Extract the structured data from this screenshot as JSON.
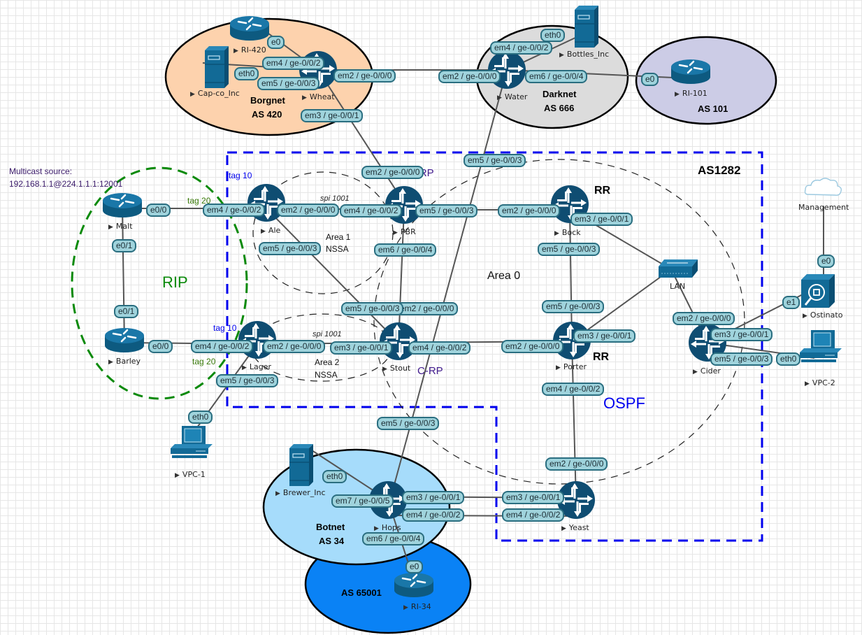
{
  "colors": {
    "router_blue": "#0f4d72",
    "cisco_blue": "#126a96",
    "iface_fill": "#9fd3dc",
    "iface_stroke": "#2a6e80",
    "as_box": "#0000ee",
    "rip": "#0a8a0a",
    "borgnet_fill": "#fdd2ad",
    "darknet_fill": "#dcdcdc",
    "as101_fill": "#cccce6",
    "botnet_fill": "#a6dcfb",
    "as65001_fill": "#0a82f5",
    "crp": "#401a8c"
  },
  "annotations": {
    "multicast_line1": "Multicast source:",
    "multicast_line2": "192.168.1.1@224.1.1.1:12001",
    "as1282": "AS1282",
    "area0": "Area 0",
    "area1": "Area 1",
    "area1_type": "NSSA",
    "area2": "Area 2",
    "area2_type": "NSSA",
    "ospf": "OSPF",
    "rip": "RIP",
    "rr_bock": "RR",
    "rr_porter": "RR",
    "crp_pbr": "C-RP",
    "crp_stout": "C-RP",
    "spi_top": "spi 1001",
    "spi_bottom": "spi 1001",
    "tag10_ale": "tag 10",
    "tag20_ale": "tag 20",
    "tag10_lager": "tag 10",
    "tag20_lager": "tag 20"
  },
  "zones": [
    {
      "id": "borgnet",
      "name": "Borgnet",
      "as": "AS 420"
    },
    {
      "id": "darknet",
      "name": "Darknet",
      "as": "AS 666"
    },
    {
      "id": "as101",
      "name": "",
      "as": "AS 101"
    },
    {
      "id": "botnet",
      "name": "Botnet",
      "as": "AS 34"
    },
    {
      "id": "as65001",
      "name": "",
      "as": "AS 65001"
    }
  ],
  "nodes": {
    "wheat": {
      "label": "Wheat",
      "type": "juniper-router"
    },
    "ri420": {
      "label": "RI-420",
      "type": "cisco-router"
    },
    "capco": {
      "label": "Cap-co_Inc",
      "type": "server"
    },
    "water": {
      "label": "Water",
      "type": "juniper-router"
    },
    "bottles": {
      "label": "Bottles_Inc",
      "type": "server"
    },
    "ri101": {
      "label": "RI-101",
      "type": "cisco-router"
    },
    "malt": {
      "label": "Malt",
      "type": "cisco-router"
    },
    "barley": {
      "label": "Barley",
      "type": "cisco-router"
    },
    "ale": {
      "label": "Ale",
      "type": "juniper-router"
    },
    "pbr": {
      "label": "PBR",
      "type": "juniper-router"
    },
    "bock": {
      "label": "Bock",
      "type": "juniper-router"
    },
    "lager": {
      "label": "Lager",
      "type": "juniper-router"
    },
    "stout": {
      "label": "Stout",
      "type": "juniper-router"
    },
    "porter": {
      "label": "Porter",
      "type": "juniper-router"
    },
    "lan": {
      "label": "LAN",
      "type": "switch"
    },
    "cider": {
      "label": "Cider",
      "type": "juniper-router"
    },
    "management": {
      "label": "Management",
      "type": "cloud"
    },
    "ostinato": {
      "label": "Ostinato",
      "type": "traffic-generator"
    },
    "vpc2": {
      "label": "VPC-2",
      "type": "pc"
    },
    "vpc1": {
      "label": "VPC-1",
      "type": "pc"
    },
    "brewer": {
      "label": "Brewer_Inc",
      "type": "server"
    },
    "hops": {
      "label": "Hops",
      "type": "juniper-router"
    },
    "yeast": {
      "label": "Yeast",
      "type": "juniper-router"
    },
    "ri34": {
      "label": "RI-34",
      "type": "cisco-router"
    }
  },
  "interfaces": {
    "ri420_e0": "e0",
    "wheat_em4": "em4 / ge-0/0/2",
    "capco_eth0": "eth0",
    "wheat_em5": "em5 / ge-0/0/3",
    "wheat_em2": "em2 / ge-0/0/0",
    "wheat_em3": "em3 / ge-0/0/1",
    "water_em2": "em2 / ge-0/0/0",
    "water_em4": "em4 / ge-0/0/2",
    "bottles_eth0": "eth0",
    "water_em6": "em6 / ge-0/0/4",
    "ri101_e0": "e0",
    "pbr_em2": "em2 / ge-0/0/0",
    "stout_em5_top": "em5 / ge-0/0/3",
    "malt_e00": "e0/0",
    "ale_em4": "em4 / ge-0/0/2",
    "ale_em2": "em2 / ge-0/0/0",
    "pbr_em4": "em4 / ge-0/0/2",
    "pbr_em5": "em5 / ge-0/0/3",
    "bock_em2": "em2 / ge-0/0/0",
    "bock_em3": "em3 / ge-0/0/1",
    "malt_e01": "e0/1",
    "ale_em5": "em5 / ge-0/0/3",
    "pbr_em6": "em6 / ge-0/0/4",
    "bock_em5": "em5 / ge-0/0/3",
    "barley_e01": "e0/1",
    "stout_em5": "em5 / ge-0/0/3",
    "stout_em2": "em2 / ge-0/0/0",
    "porter_em5": "em5 / ge-0/0/3",
    "barley_e00": "e0/0",
    "lager_em4": "em4 / ge-0/0/2",
    "lager_em2": "em2 / ge-0/0/0",
    "stout_em3": "em3 / ge-0/0/1",
    "stout_em4": "em4 / ge-0/0/2",
    "porter_em2": "em2 / ge-0/0/0",
    "porter_em3": "em3 / ge-0/0/1",
    "lager_em5": "em5 / ge-0/0/3",
    "porter_em4": "em4 / ge-0/0/2",
    "cider_em2": "em2 / ge-0/0/0",
    "cider_em3": "em3 / ge-0/0/1",
    "cider_em5": "em5 / ge-0/0/3",
    "ostinato_e0": "e0",
    "ostinato_e1": "e1",
    "vpc2_eth0": "eth0",
    "vpc1_eth0": "eth0",
    "hops_em5": "em5 / ge-0/0/3",
    "brewer_eth0": "eth0",
    "hops_em7": "em7 / ge-0/0/5",
    "hops_em3": "em3 / ge-0/0/1",
    "hops_em4": "em4 / ge-0/0/2",
    "yeast_em3": "em3 / ge-0/0/1",
    "yeast_em4": "em4 / ge-0/0/2",
    "yeast_em2": "em2 / ge-0/0/0",
    "hops_em6": "em6 / ge-0/0/4",
    "ri34_e0": "e0"
  }
}
